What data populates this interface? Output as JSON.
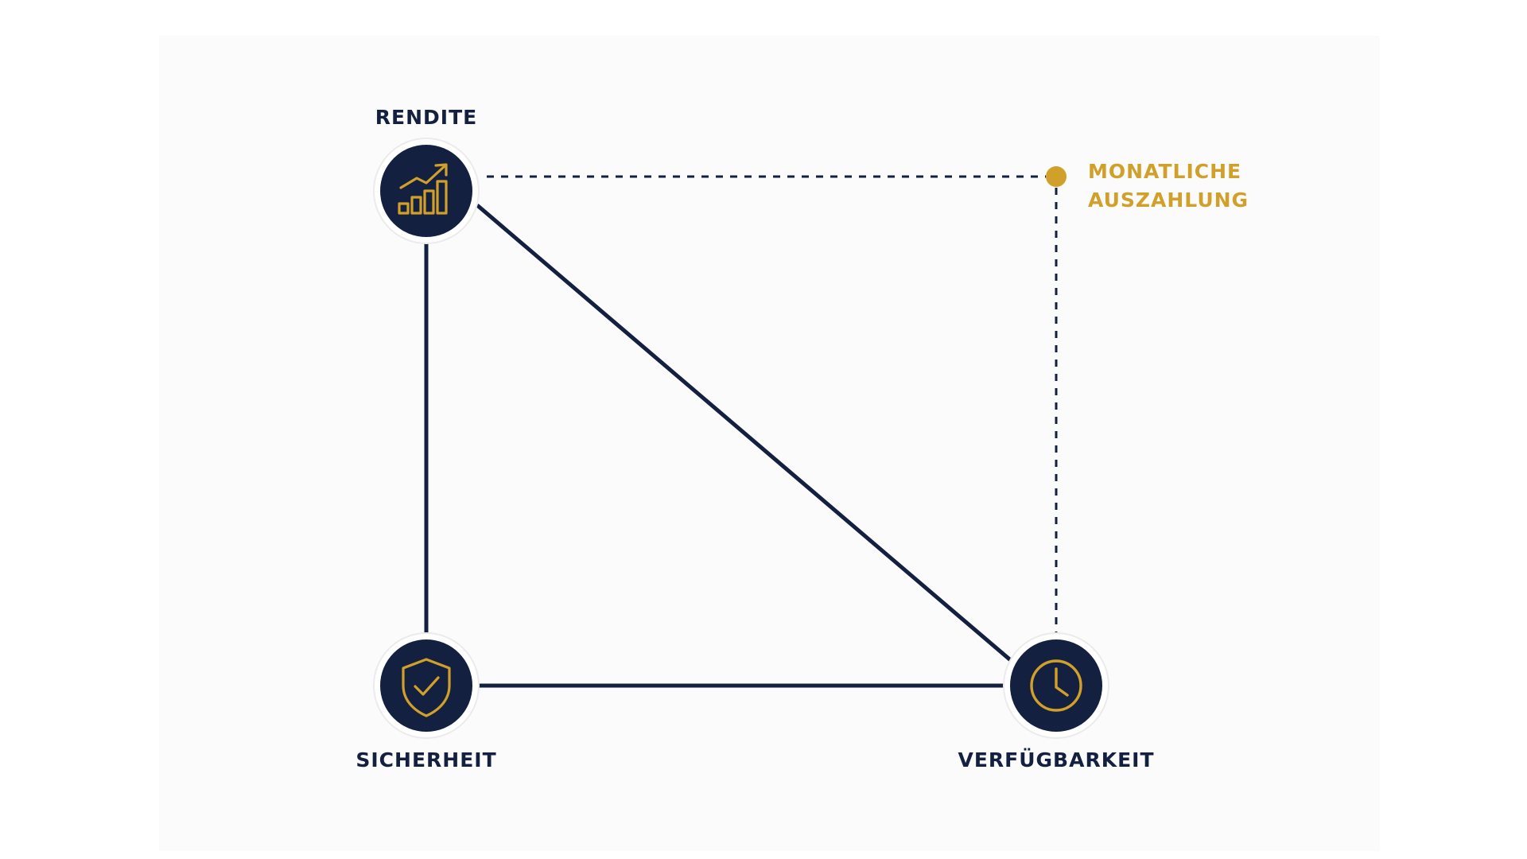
{
  "nodes": {
    "rendite": {
      "label": "RENDITE",
      "icon": "trending-chart-icon"
    },
    "sicherheit": {
      "label": "SICHERHEIT",
      "icon": "shield-check-icon"
    },
    "verfuegbarkeit": {
      "label": "VERFÜGBARKEIT",
      "icon": "clock-icon"
    }
  },
  "marker": {
    "label_line1": "MONATLICHE",
    "label_line2": "AUSZAHLUNG"
  },
  "colors": {
    "navy": "#14203f",
    "gold": "#d1a02a",
    "panel": "#fbfbfb",
    "background": "#ffffff"
  }
}
